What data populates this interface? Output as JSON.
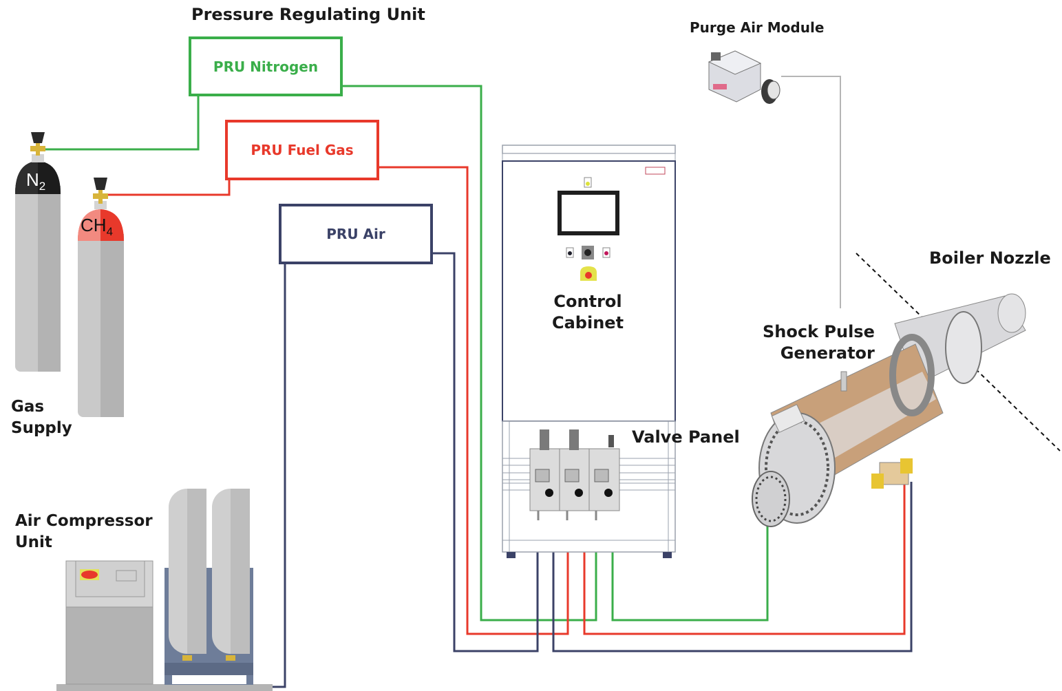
{
  "title": "Pressure Regulating Unit",
  "colors": {
    "nitrogen": "#3aae4a",
    "fuel_gas": "#e8392b",
    "air": "#3b4267",
    "purge": "#b5b5b5",
    "text": "#1a1a1a"
  },
  "pru_boxes": [
    {
      "id": "nitrogen",
      "label": "PRU Nitrogen"
    },
    {
      "id": "fuel_gas",
      "label": "PRU Fuel Gas"
    },
    {
      "id": "air",
      "label": "PRU Air"
    }
  ],
  "gas_supply": {
    "label_line1": "Gas",
    "label_line2": "Supply",
    "cylinders": [
      {
        "formula": "N",
        "subscript": "2",
        "cap_color": "#1c1c1c"
      },
      {
        "formula": "CH",
        "subscript": "4",
        "cap_color": "#e8392b"
      }
    ]
  },
  "air_compressor": {
    "label_line1": "Air Compressor",
    "label_line2": "Unit"
  },
  "control_cabinet": {
    "label_line1": "Control",
    "label_line2": "Cabinet"
  },
  "valve_panel": {
    "label": "Valve Panel"
  },
  "purge_air_module": {
    "label": "Purge Air Module"
  },
  "shock_pulse_generator": {
    "label_line1": "Shock Pulse",
    "label_line2": "Generator"
  },
  "boiler_nozzle": {
    "label": "Boiler Nozzle"
  }
}
